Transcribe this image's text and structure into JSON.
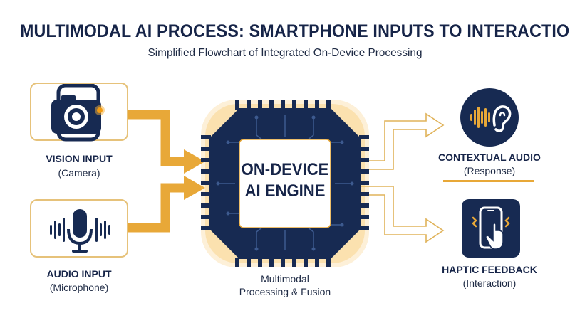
{
  "title": "MULTIMODAL AI PROCESS: SMARTPHONE INPUTS TO INTERACTION",
  "subtitle": "Simplified Flowchart of Integrated On-Device Processing",
  "inputs": [
    {
      "label": "VISION INPUT",
      "sublabel": "(Camera)",
      "icon": "camera-icon"
    },
    {
      "label": "AUDIO INPUT",
      "sublabel": "(Microphone)",
      "icon": "microphone-icon"
    }
  ],
  "engine": {
    "line1": "ON-DEVICE",
    "line2": "AI ENGINE",
    "caption1": "Multimodal",
    "caption2": "Processing & Fusion",
    "icon": "chip-icon"
  },
  "outputs": [
    {
      "label": "CONTEXTUAL AUDIO",
      "sublabel": "(Response)",
      "icon": "ear-soundwave-icon"
    },
    {
      "label": "HAPTIC FEEDBACK",
      "sublabel": "(Interaction)",
      "icon": "phone-touch-icon"
    }
  ],
  "colors": {
    "navy": "#172a52",
    "gold": "#e8a838",
    "gold_light": "#e6c27a"
  }
}
